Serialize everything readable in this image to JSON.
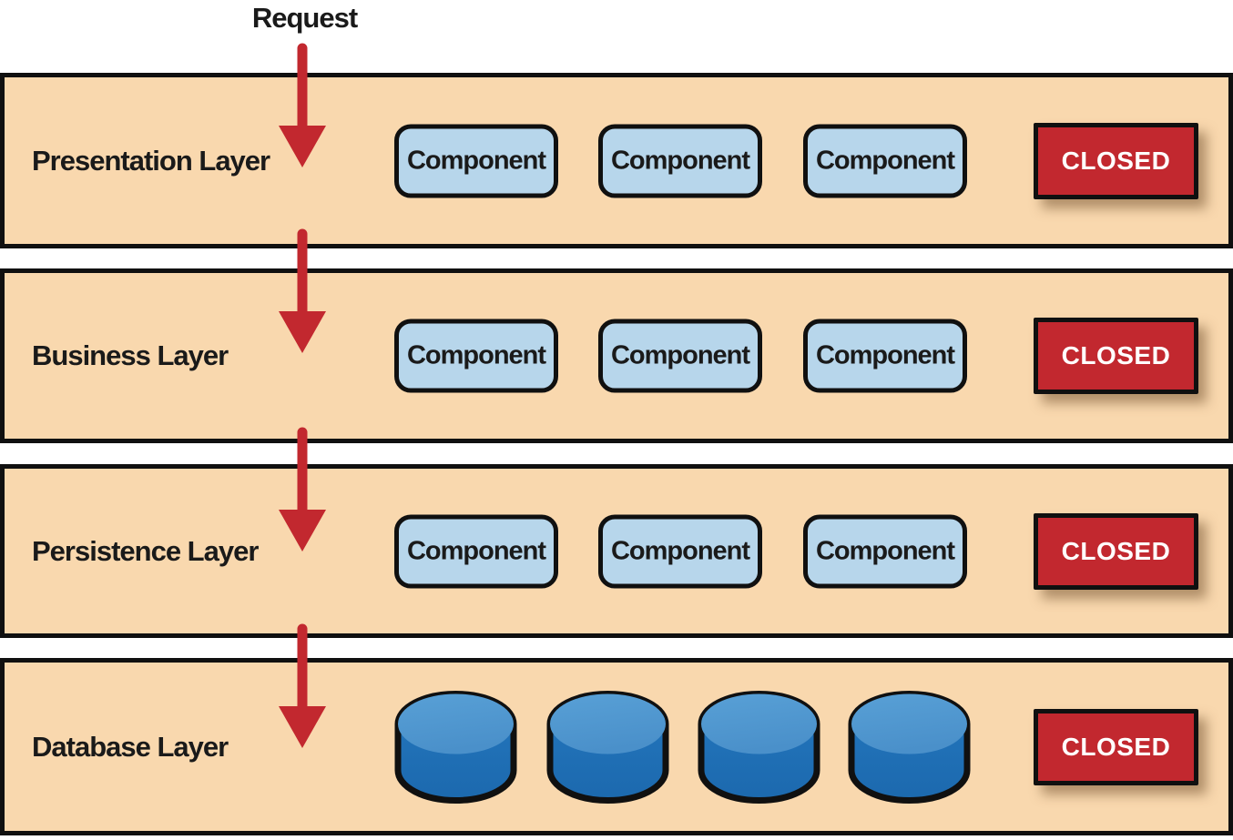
{
  "request_label": "Request",
  "colors": {
    "layer_bg": "#F9D8AE",
    "outline": "#101010",
    "text": "#1A1A1A",
    "component_bg": "#B7D6EB",
    "accent_red": "#C2282F",
    "closed_text": "#FFFFFF",
    "cylinder_top_light": "#58A0D6",
    "cylinder_top_dark": "#4A90CA",
    "cylinder_body": "#2477BE",
    "cylinder_body_dark": "#1C69AE"
  },
  "layers": [
    {
      "label": "Presentation Layer",
      "status": "CLOSED",
      "components": [
        "Component",
        "Component",
        "Component"
      ]
    },
    {
      "label": "Business Layer",
      "status": "CLOSED",
      "components": [
        "Component",
        "Component",
        "Component"
      ]
    },
    {
      "label": "Persistence Layer",
      "status": "CLOSED",
      "components": [
        "Component",
        "Component",
        "Component"
      ]
    },
    {
      "label": "Database Layer",
      "status": "CLOSED",
      "databases": 4
    }
  ]
}
